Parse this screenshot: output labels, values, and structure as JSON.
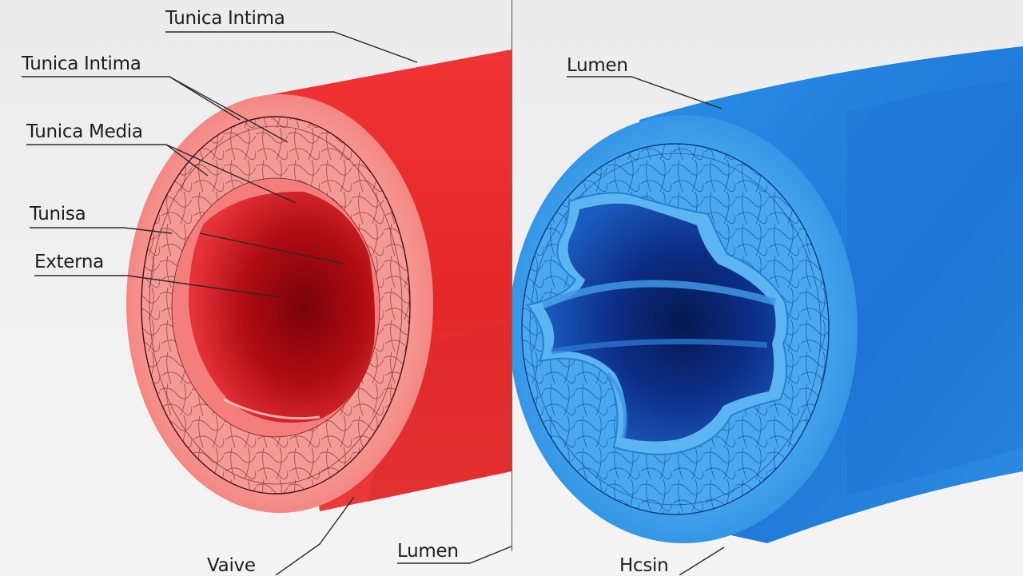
{
  "diagram": {
    "left_panel": {
      "subject": "artery",
      "color_outer": "#ec2a2c",
      "color_wall": "#f58a86",
      "color_lumen": "#a8080c",
      "labels": [
        {
          "id": "tunica-intima-top",
          "text": "Tunica Intima"
        },
        {
          "id": "tunica-intima-2",
          "text": "Tunica Intima"
        },
        {
          "id": "tunica-media",
          "text": "Tunica Media"
        },
        {
          "id": "tunisa",
          "text": "Tunisa"
        },
        {
          "id": "externa",
          "text": "Externa"
        },
        {
          "id": "valve",
          "text": "Vaive"
        },
        {
          "id": "lumen-bottom",
          "text": "Lumen"
        }
      ]
    },
    "right_panel": {
      "subject": "vein",
      "color_outer": "#2d8fe0",
      "color_wall": "#3a9ae6",
      "color_lumen": "#0a2a78",
      "labels": [
        {
          "id": "lumen-top",
          "text": "Lumen"
        },
        {
          "id": "hcsin",
          "text": "Hcsin"
        }
      ]
    },
    "background": "#efefef",
    "divider_color": "#6a6a6a"
  }
}
